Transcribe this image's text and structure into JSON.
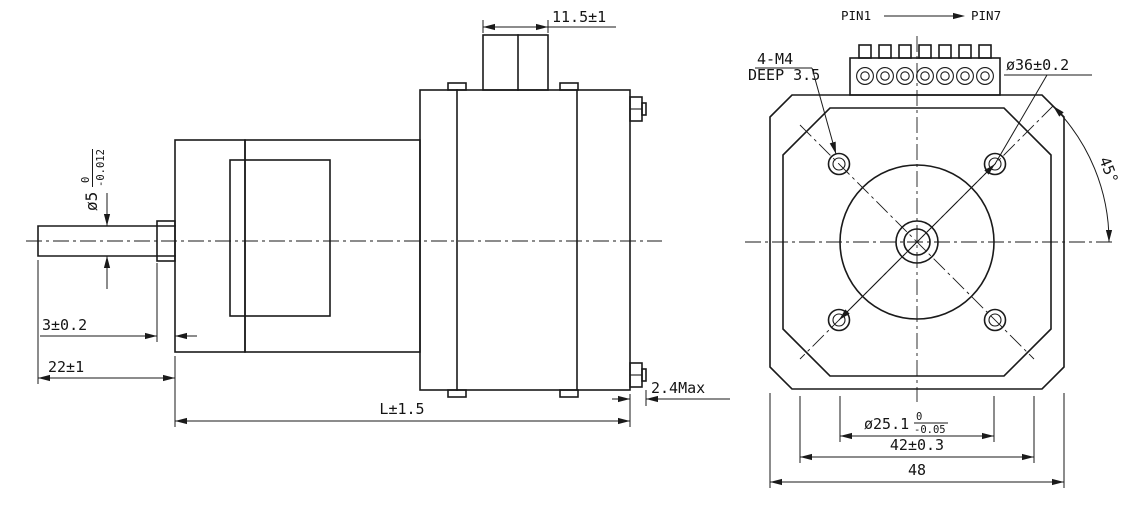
{
  "colors": {
    "background": "#ffffff",
    "line": "#1a1a1a"
  },
  "side_view": {
    "connector_width": "11.5±1",
    "shaft_diameter": "ø5",
    "shaft_diameter_upper_tol": "0",
    "shaft_diameter_lower_tol": "-0.012",
    "shoulder_length": "3±0.2",
    "shaft_length": "22±1",
    "body_length": "L±1.5",
    "rear_protrusion": "2.4Max"
  },
  "front_view": {
    "pin_first_label": "PIN1",
    "pin_last_label": "PIN7",
    "mounting_hole_callout_line1": "4-M4",
    "mounting_hole_callout_line2": "DEEP 3.5",
    "bolt_circle_diameter": "ø36±0.2",
    "corner_angle": "45°",
    "pilot_diameter": "ø25.1",
    "pilot_upper_tol": "0",
    "pilot_lower_tol": "-0.05",
    "hole_spacing": "42±0.3",
    "body_width": "48"
  }
}
